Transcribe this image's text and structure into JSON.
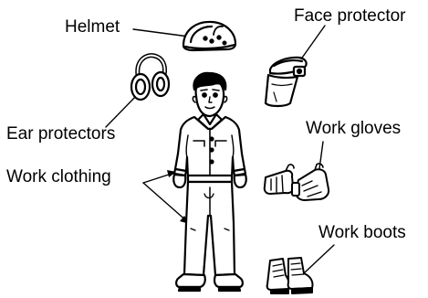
{
  "labels": {
    "helmet": "Helmet",
    "face_protector": "Face protector",
    "ear_protectors": "Ear protectors",
    "work_clothing": "Work clothing",
    "work_gloves": "Work gloves",
    "work_boots": "Work boots"
  },
  "colors": {
    "ink": "#000000",
    "background": "#ffffff"
  }
}
